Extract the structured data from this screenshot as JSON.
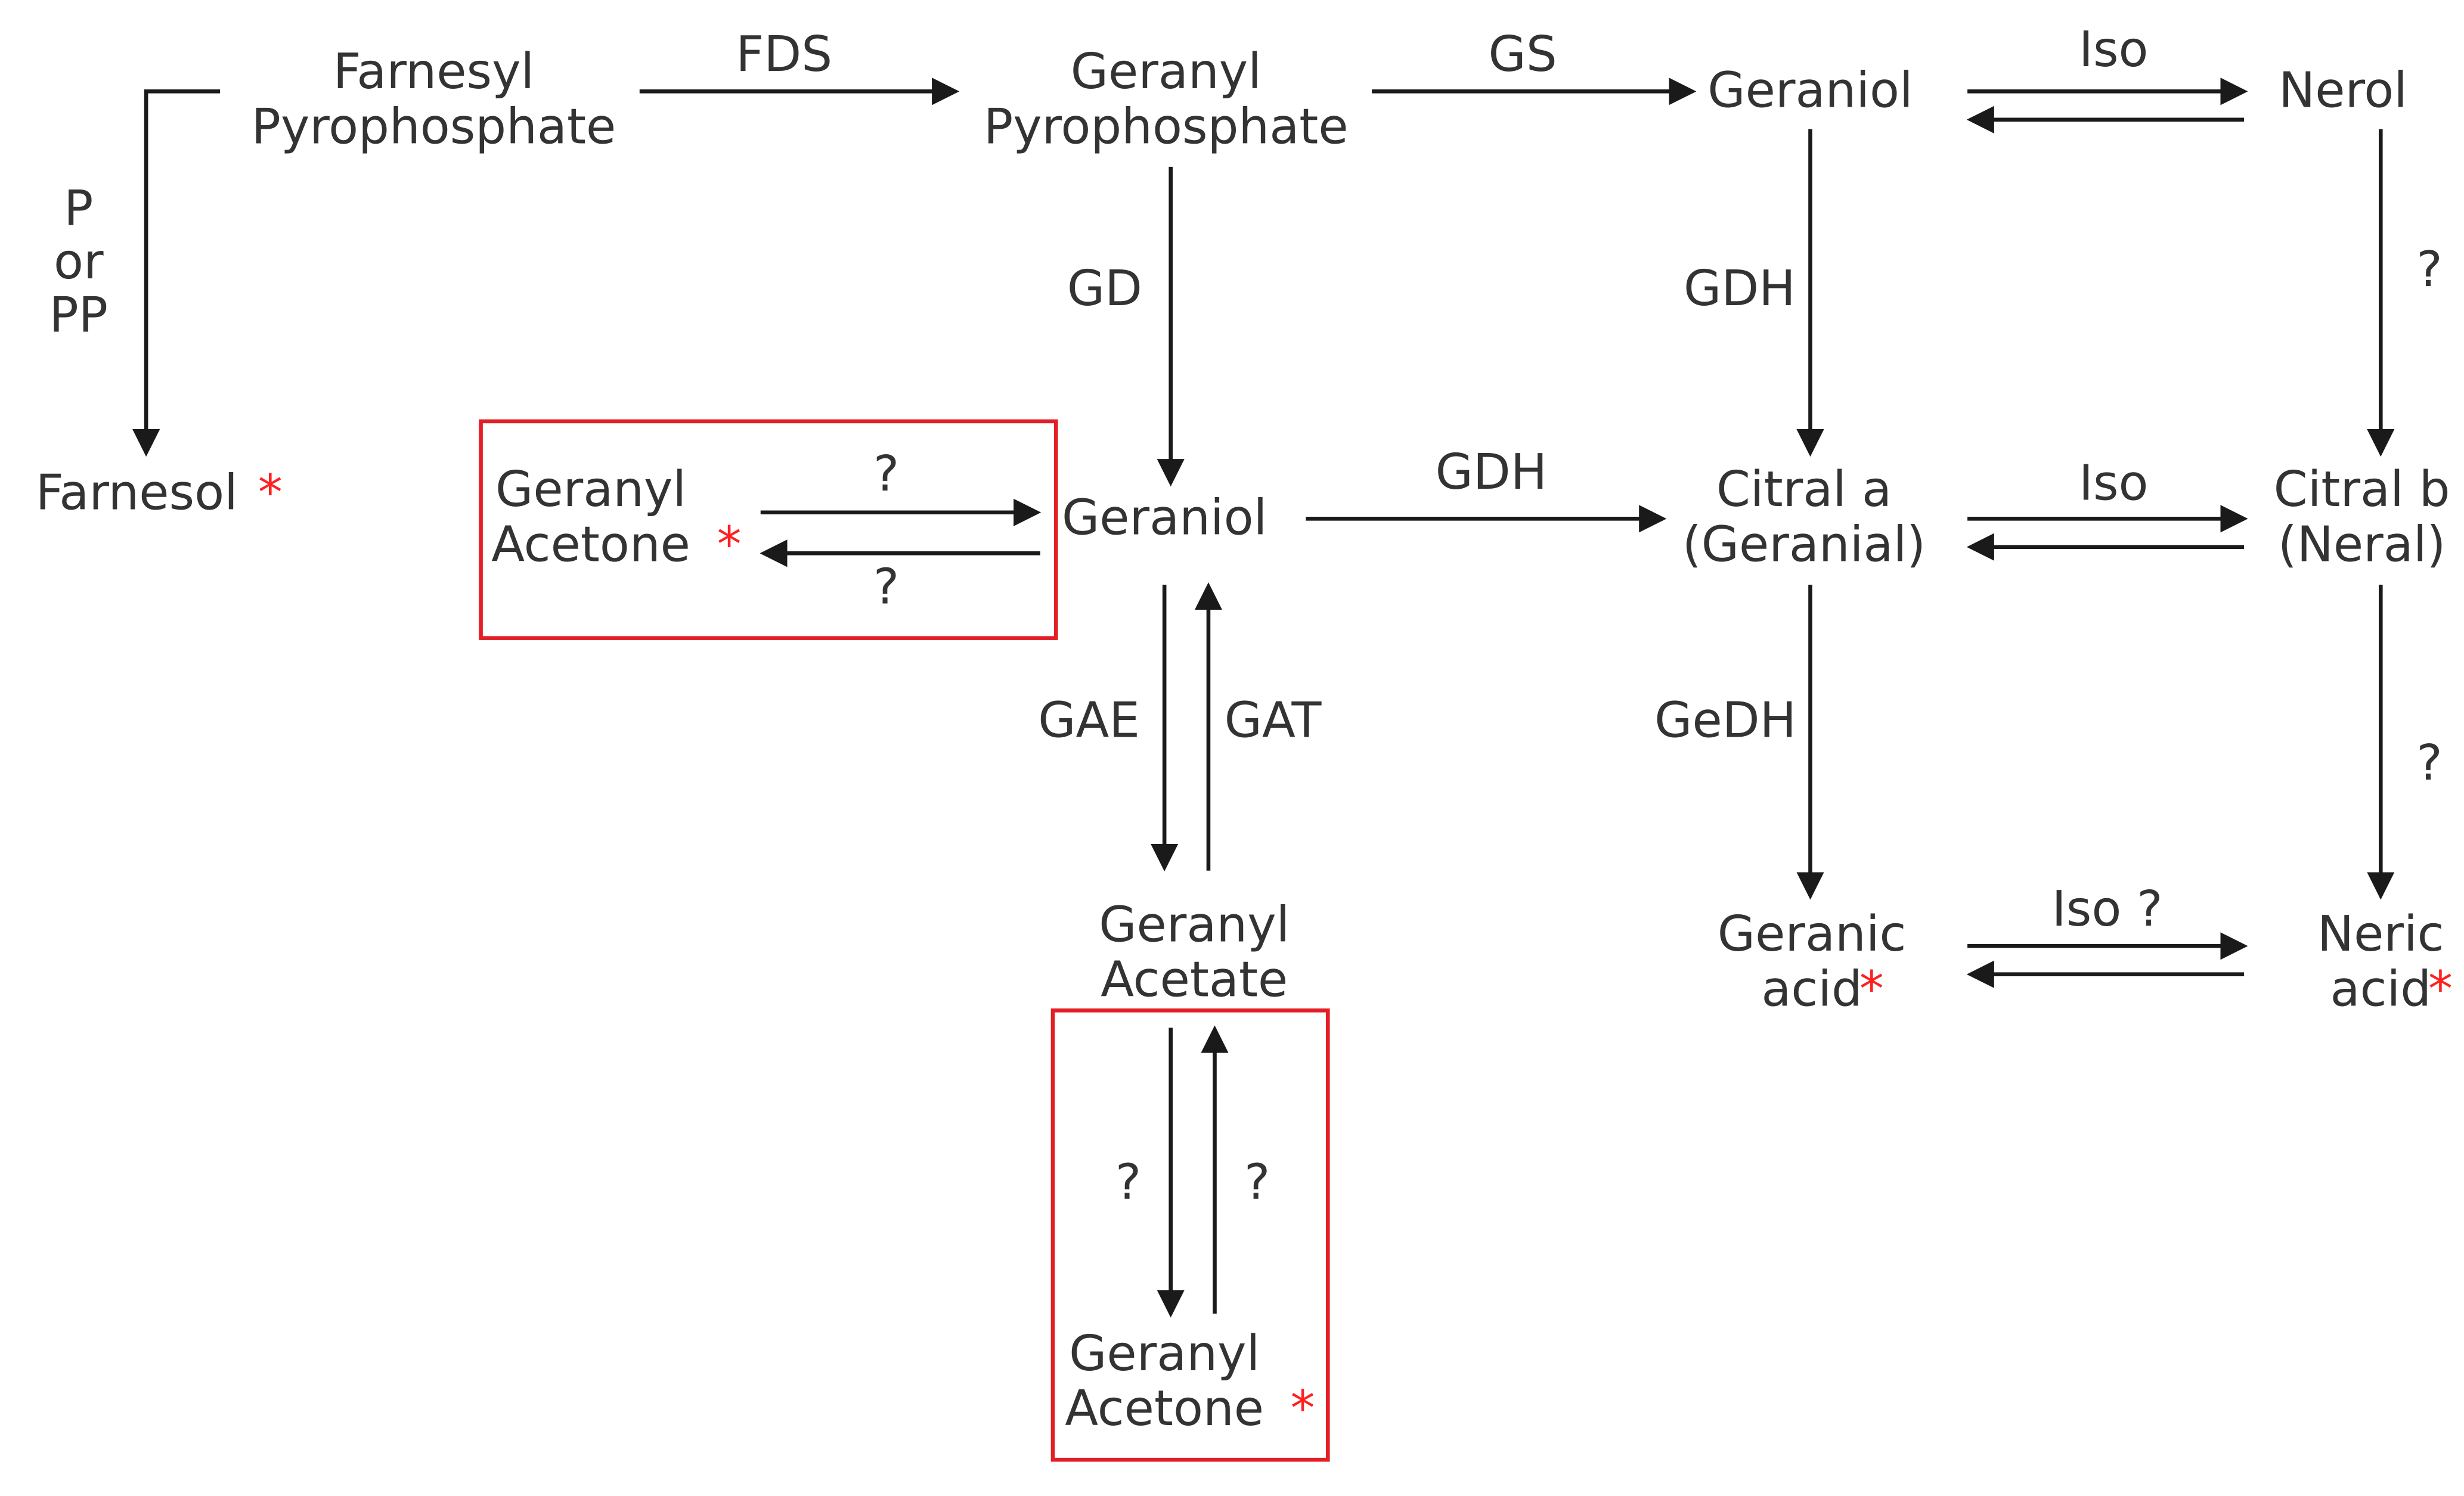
{
  "colors": {
    "text": "#333333",
    "arrow": "#1a1a1a",
    "highlight": "#e31e24",
    "asterisk": "#ff2020",
    "background": "#ffffff"
  },
  "nodes": {
    "farnesyl_pp": {
      "lines": [
        "Farnesyl",
        "Pyrophosphate"
      ],
      "starred": false
    },
    "geranyl_pp": {
      "lines": [
        "Geranyl",
        "Pyrophosphate"
      ],
      "starred": false
    },
    "geraniol_top": {
      "lines": [
        "Geraniol"
      ],
      "starred": false
    },
    "nerol": {
      "lines": [
        "Nerol"
      ],
      "starred": false
    },
    "farnesol": {
      "lines": [
        "Farnesol"
      ],
      "starred": true
    },
    "geranyl_acetone_left": {
      "lines": [
        "Geranyl",
        "Acetone"
      ],
      "starred": true
    },
    "geraniol_mid": {
      "lines": [
        "Geraniol"
      ],
      "starred": false
    },
    "citral_a": {
      "lines": [
        "Citral a",
        "(Geranial)"
      ],
      "starred": false
    },
    "citral_b": {
      "lines": [
        "Citral b",
        "(Neral)"
      ],
      "starred": false
    },
    "geranyl_acetate": {
      "lines": [
        "Geranyl",
        "Acetate"
      ],
      "starred": false
    },
    "geranic_acid": {
      "lines": [
        "Geranic",
        "acid"
      ],
      "starred": true
    },
    "neric_acid": {
      "lines": [
        "Neric",
        "acid"
      ],
      "starred": true
    },
    "geranyl_acetone_bottom": {
      "lines": [
        "Geranyl",
        "Acetone"
      ],
      "starred": true
    }
  },
  "asterisk": "*",
  "edge_labels": {
    "fds": "FDS",
    "gs": "GS",
    "iso_top": "Iso",
    "p_or_pp": [
      "P",
      "or",
      "PP"
    ],
    "gd": "GD",
    "gdh_vertical": "GDH",
    "nerol_citral_b": "?",
    "ga_to_geraniol": "?",
    "geraniol_to_ga": "?",
    "gdh_horizontal": "GDH",
    "iso_mid": "Iso",
    "gae": "GAE",
    "gat": "GAT",
    "gedh": "GeDH",
    "citral_b_neric": "?",
    "iso_bottom": "Iso ?",
    "acetate_to_acetone": "?",
    "acetone_to_acetate": "?"
  }
}
